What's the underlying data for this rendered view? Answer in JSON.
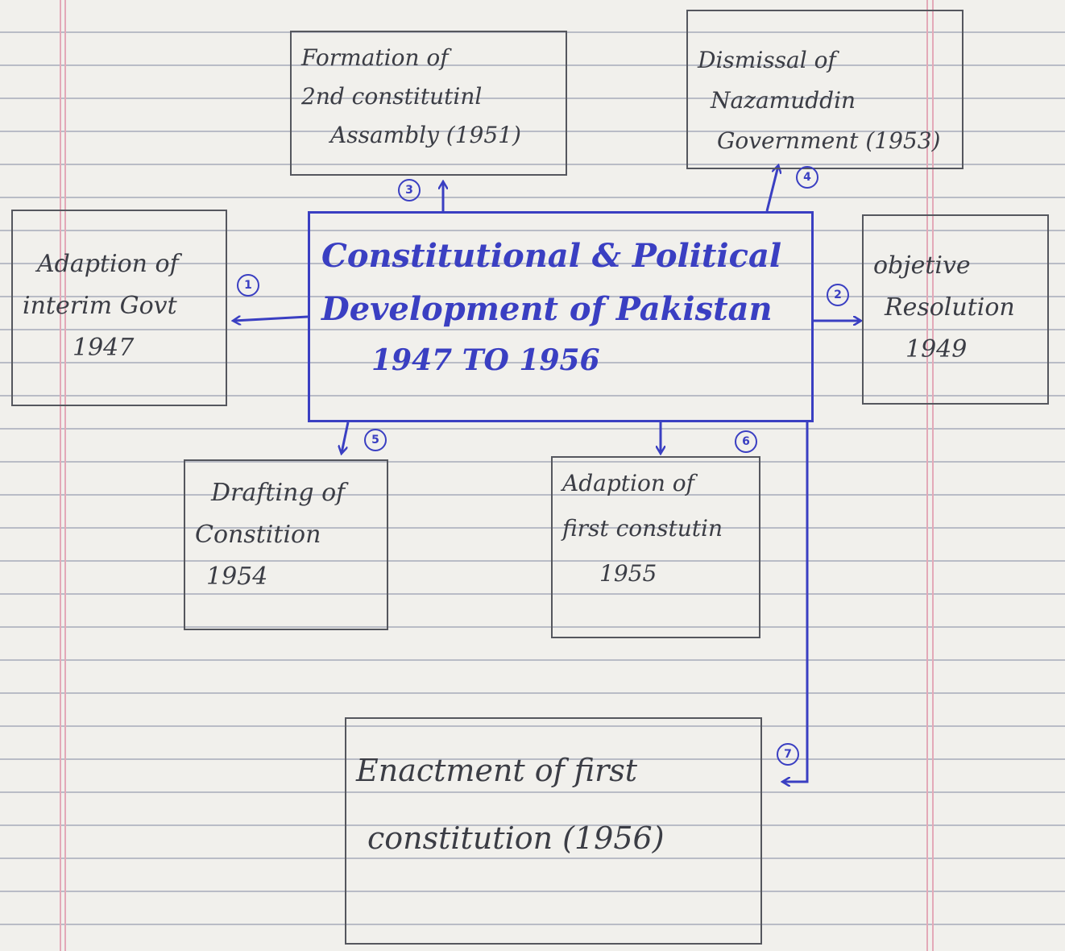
{
  "diagram": {
    "center": {
      "line1": "Constitutional & Political",
      "line2": "Development of Pakistan",
      "line3": "1947 TO 1956"
    },
    "nodes": [
      {
        "id": "interim-govt",
        "number": "1",
        "lines": [
          "Adaption of",
          "interim Govt",
          "1947"
        ]
      },
      {
        "id": "objective-resolution",
        "number": "2",
        "lines": [
          "objetive",
          "Resolution",
          "1949"
        ]
      },
      {
        "id": "second-assembly",
        "number": "3",
        "lines": [
          "Formation of",
          "2nd constitutinl",
          "Assambly (1951)"
        ]
      },
      {
        "id": "nazimuddin-dismissal",
        "number": "4",
        "lines": [
          "Dismissal of",
          "Nazamuddin",
          "Government (1953)"
        ]
      },
      {
        "id": "drafting-constitution",
        "number": "5",
        "lines": [
          "Drafting of",
          "Constition",
          "1954"
        ]
      },
      {
        "id": "first-constitution-adoption",
        "number": "6",
        "lines": [
          "Adaption of",
          "first constutin",
          "1955"
        ]
      },
      {
        "id": "first-constitution-enactment",
        "number": "7",
        "lines": [
          "Enactment of first",
          "constitution (1956)"
        ]
      }
    ],
    "colors": {
      "ink_blue": "#3a3fc2",
      "pencil": "#55575e",
      "paper": "#f1f0ec",
      "margin": "#e3a9b8"
    }
  }
}
